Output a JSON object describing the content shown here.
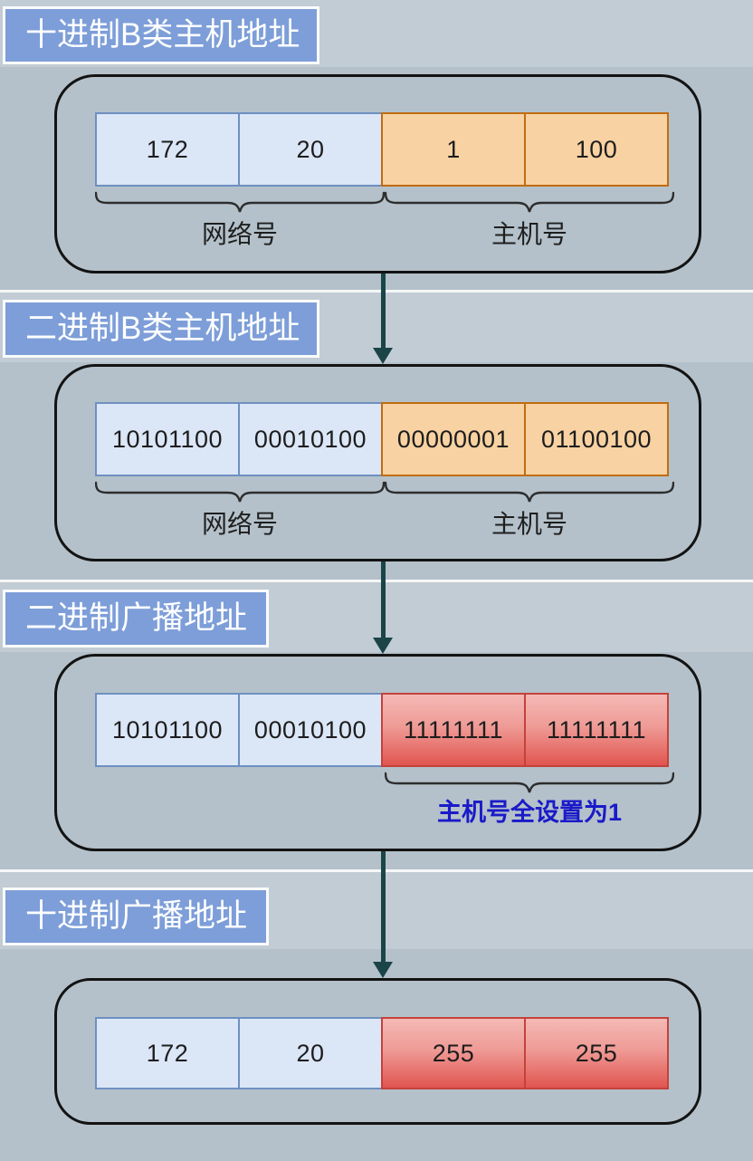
{
  "colors": {
    "background": "#b4c1ca",
    "section_band": "#c2ccd4",
    "separator_line": "#f5f7f8",
    "title_background": "#7d9ed8",
    "title_text": "#ffffff",
    "network_cell_fill": "#dbe6f7",
    "network_cell_border": "#6e90c0",
    "host_cell_fill": "#f8d2a2",
    "host_cell_border": "#c06c10",
    "broadcast_cell_gradient_top": "#f4b9b5",
    "broadcast_cell_gradient_bottom": "#e15550",
    "broadcast_cell_border": "#c4423c",
    "arrow": "#1b4449",
    "brace": "#2d2d2d",
    "label_text": "#1f1f1f",
    "highlight_label_text": "#1a1ac8"
  },
  "sections": [
    {
      "title": "十进制B类主机地址",
      "cells": [
        {
          "value": "172"
        },
        {
          "value": "20"
        },
        {
          "value": "1"
        },
        {
          "value": "100"
        }
      ],
      "braces": [
        {
          "label": "网络号"
        },
        {
          "label": "主机号"
        }
      ]
    },
    {
      "title": "二进制B类主机地址",
      "cells": [
        {
          "value": "10101100"
        },
        {
          "value": "00010100"
        },
        {
          "value": "00000001"
        },
        {
          "value": "01100100"
        }
      ],
      "braces": [
        {
          "label": "网络号"
        },
        {
          "label": "主机号"
        }
      ]
    },
    {
      "title": "二进制广播地址",
      "cells": [
        {
          "value": "10101100"
        },
        {
          "value": "00010100"
        },
        {
          "value": "11111111"
        },
        {
          "value": "11111111"
        }
      ],
      "braces": [
        {
          "label": "主机号全设置为1"
        }
      ]
    },
    {
      "title": "十进制广播地址",
      "cells": [
        {
          "value": "172"
        },
        {
          "value": "20"
        },
        {
          "value": "255"
        },
        {
          "value": "255"
        }
      ],
      "braces": []
    }
  ]
}
